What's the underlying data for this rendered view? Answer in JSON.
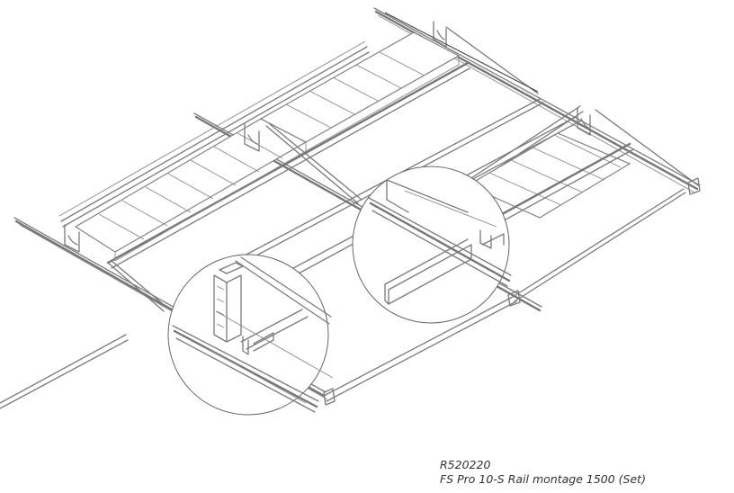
{
  "figure": {
    "type": "isometric technical line drawing",
    "subject": "flat-roof solar mounting rail system with ballast blocks",
    "line_color": "#7a7a7a",
    "background": "#ffffff",
    "detail_callouts": [
      {
        "name": "detail-circle-left",
        "depicts": "rail joint with vertical profile and bracket"
      },
      {
        "name": "detail-circle-right",
        "depicts": "cross rail intersection"
      }
    ]
  },
  "caption": {
    "article_number": "R520220",
    "product_name": "FS Pro 10-S Rail montage 1500 (Set)"
  }
}
